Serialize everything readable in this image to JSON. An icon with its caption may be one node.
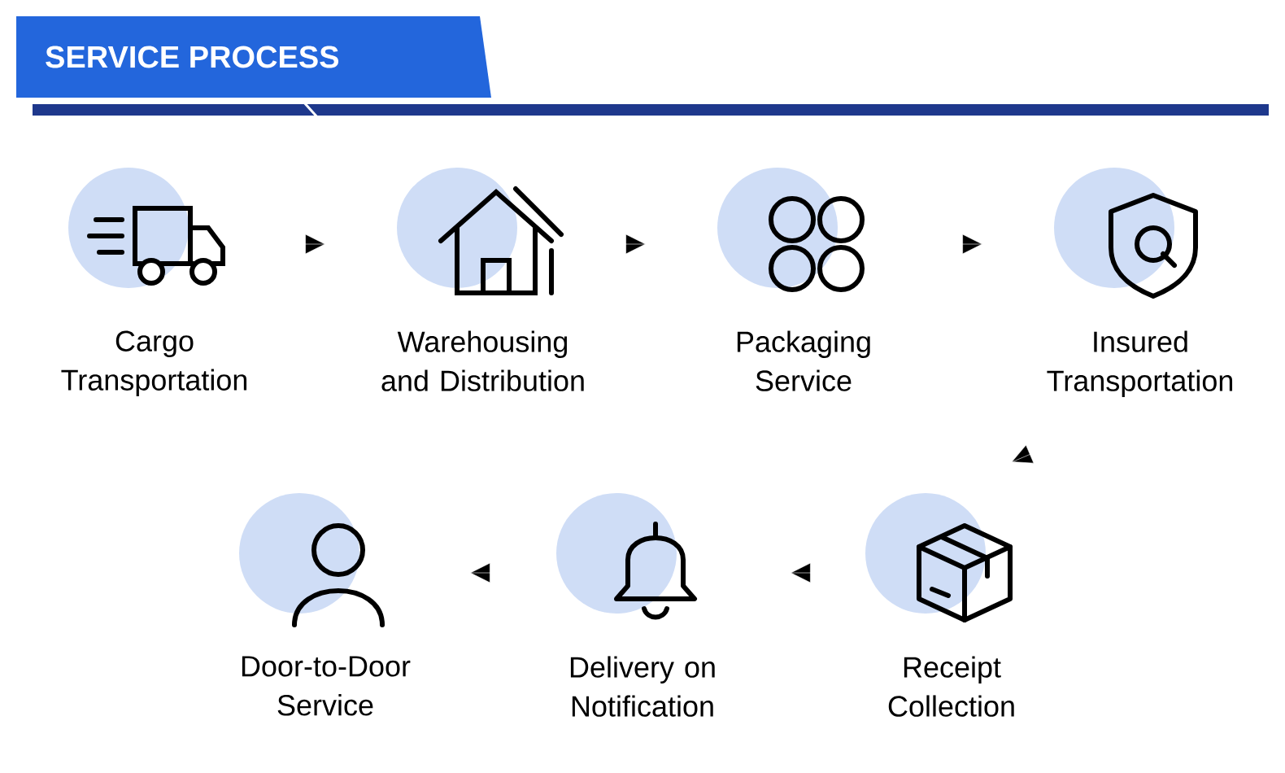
{
  "diagram": {
    "title": "SERVICE PROCESS",
    "nodes": [
      {
        "text": [
          "Cargo Transportation"
        ]
      },
      {
        "text": [
          "Warehousing and Distribution"
        ]
      },
      {
        "text": [
          "Packaging Service"
        ]
      },
      {
        "text": [
          "Insured Transportation"
        ]
      },
      {
        "text": [
          "Receipt Collection"
        ]
      },
      {
        "text": [
          "Delivery on Notification"
        ]
      },
      {
        "text": [
          "Door-to-Door Service"
        ]
      }
    ],
    "edges": [
      {
        "from": 0,
        "to": 1,
        "arrow": "to"
      },
      {
        "from": 1,
        "to": 2,
        "arrow": "to"
      },
      {
        "from": 2,
        "to": 3,
        "arrow": "to"
      },
      {
        "from": 3,
        "to": 4,
        "arrow": "to"
      },
      {
        "from": 4,
        "to": 5,
        "arrow": "to"
      },
      {
        "from": 5,
        "to": 6,
        "arrow": "to"
      }
    ]
  }
}
